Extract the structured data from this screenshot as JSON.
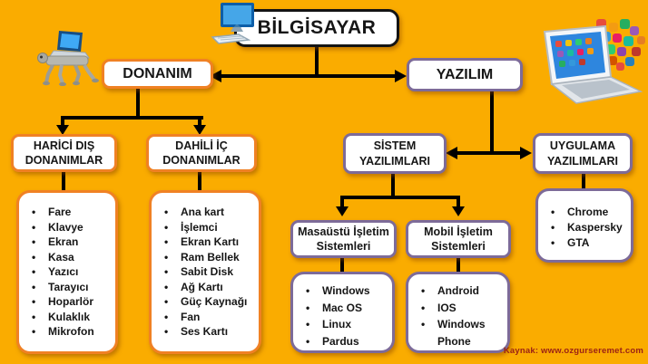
{
  "title": {
    "label": "BİLGİSAYAR"
  },
  "source": {
    "label": "Kaynak:  www.ozgurseremet.com"
  },
  "colors": {
    "background": "#FAAC00",
    "hardware_branch_border": "#F08124",
    "software_branch_border": "#7D6B99",
    "title_border": "#141414",
    "connector": "#000000",
    "source_text": "#9B2215"
  },
  "icons": {
    "title": "desktop-computer-icon",
    "hardware": "robot-dog-icon",
    "software": "laptop-with-app-icons-icon"
  },
  "hardware": {
    "label": "DONANIM",
    "external": {
      "label": "HARİCİ DIŞ DONANIMLAR",
      "items": [
        "Fare",
        "Klavye",
        "Ekran",
        "Kasa",
        "Yazıcı",
        "Tarayıcı",
        "Hoparlör",
        "Kulaklık",
        "Mikrofon"
      ]
    },
    "internal": {
      "label": "DAHİLİ İÇ DONANIMLAR",
      "items": [
        "Ana kart",
        "İşlemci",
        "Ekran Kartı",
        "Ram Bellek",
        "Sabit Disk",
        "Ağ Kartı",
        "Güç Kaynağı",
        "Fan",
        "Ses Kartı"
      ]
    }
  },
  "software": {
    "label": "YAZILIM",
    "system": {
      "label": "SİSTEM YAZILIMLARI",
      "desktop_os": {
        "label": "Masaüstü İşletim Sistemleri",
        "items": [
          "Windows",
          "Mac OS",
          "Linux",
          "Pardus"
        ]
      },
      "mobile_os": {
        "label": "Mobil İşletim Sistemleri",
        "items": [
          "Android",
          "IOS",
          "Windows Phone"
        ]
      }
    },
    "application": {
      "label": "UYGULAMA YAZILIMLARI",
      "items": [
        "Chrome",
        "Kaspersky",
        "GTA"
      ]
    }
  }
}
